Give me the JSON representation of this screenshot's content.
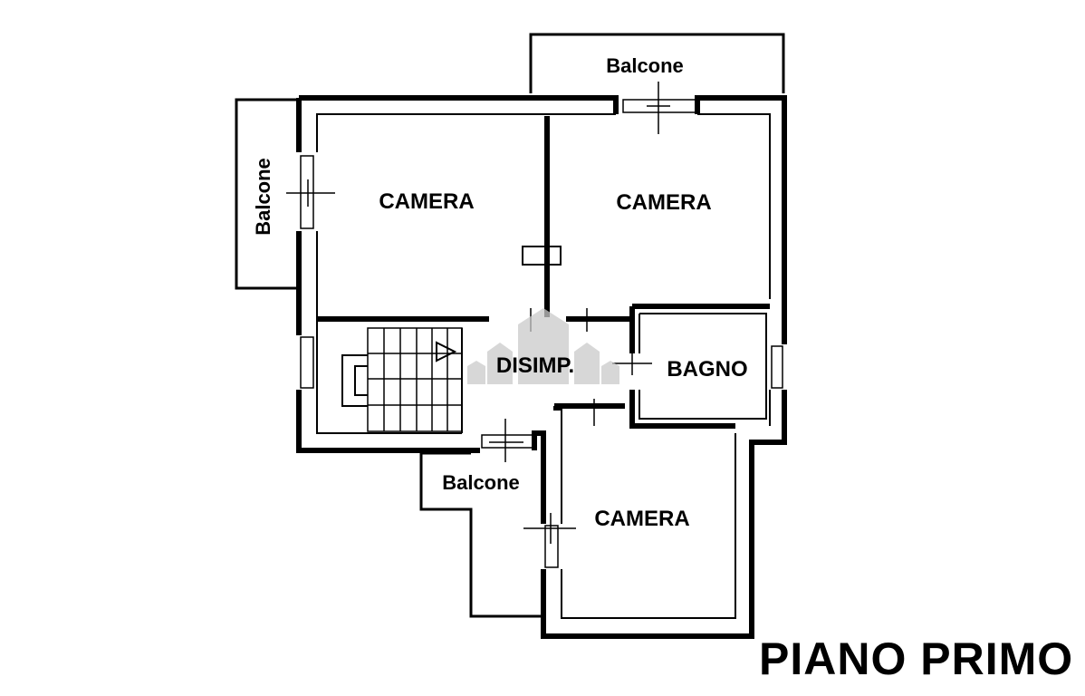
{
  "floor_title": "PIANO PRIMO",
  "rooms": {
    "camera_top_left": "CAMERA",
    "camera_top_right": "CAMERA",
    "disimpegno": "DISIMP.",
    "bagno": "BAGNO",
    "camera_bottom": "CAMERA"
  },
  "balconies": {
    "top": "Balcone",
    "left": "Balcone",
    "bottom": "Balcone"
  },
  "colors": {
    "walls": "#000000",
    "background": "#ffffff",
    "watermark": "#c9c9c9"
  }
}
